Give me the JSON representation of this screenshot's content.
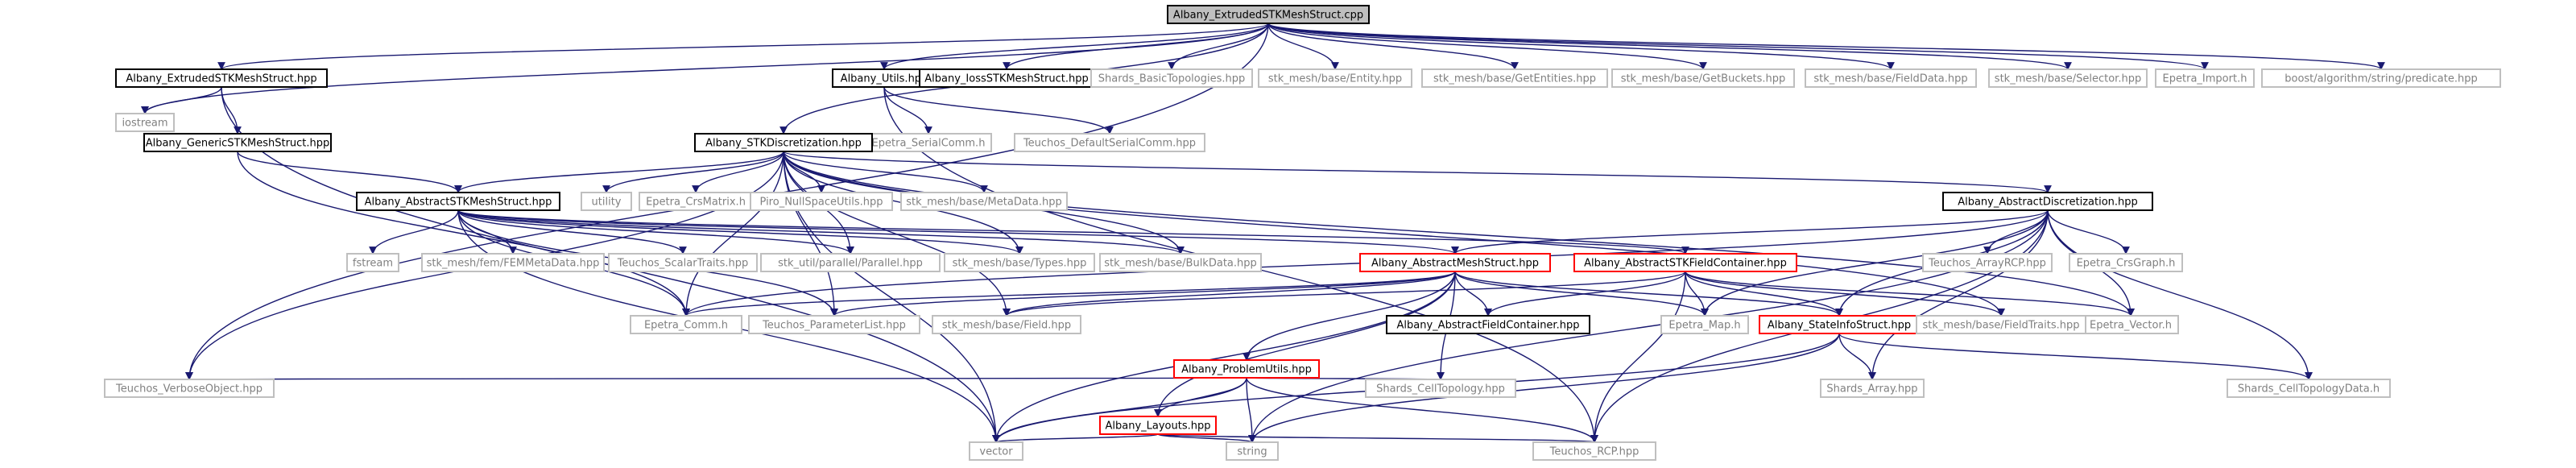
{
  "colors": {
    "background": "#ffffff",
    "edge": "#191970",
    "node_root_fill": "#bfbfbf",
    "node_black_border": "#000000",
    "node_red_border": "#ff0000",
    "node_grey_border": "#bfbfbf",
    "text_black": "#000000",
    "text_grey": "#808080"
  },
  "nodes": [
    {
      "id": "root",
      "label": "Albany_ExtrudedSTKMeshStruct.cpp",
      "kind": "root"
    },
    {
      "id": "ext_hpp",
      "label": "Albany_ExtrudedSTKMeshStruct.hpp",
      "kind": "black"
    },
    {
      "id": "utils",
      "label": "Albany_Utils.hpp",
      "kind": "black"
    },
    {
      "id": "ioss",
      "label": "Albany_IossSTKMeshStruct.hpp",
      "kind": "black"
    },
    {
      "id": "shards_basic",
      "label": "Shards_BasicTopologies.hpp",
      "kind": "grey"
    },
    {
      "id": "stk_entity",
      "label": "stk_mesh/base/Entity.hpp",
      "kind": "grey"
    },
    {
      "id": "stk_getentities",
      "label": "stk_mesh/base/GetEntities.hpp",
      "kind": "grey"
    },
    {
      "id": "stk_getbuckets",
      "label": "stk_mesh/base/GetBuckets.hpp",
      "kind": "grey"
    },
    {
      "id": "stk_fielddata",
      "label": "stk_mesh/base/FieldData.hpp",
      "kind": "grey"
    },
    {
      "id": "stk_selector",
      "label": "stk_mesh/base/Selector.hpp",
      "kind": "grey"
    },
    {
      "id": "epetra_import",
      "label": "Epetra_Import.h",
      "kind": "grey"
    },
    {
      "id": "boost_pred",
      "label": "boost/algorithm/string/predicate.hpp",
      "kind": "grey"
    },
    {
      "id": "iostream",
      "label": "iostream",
      "kind": "grey"
    },
    {
      "id": "generic",
      "label": "Albany_GenericSTKMeshStruct.hpp",
      "kind": "black"
    },
    {
      "id": "epetra_serialcomm",
      "label": "Epetra_SerialComm.h",
      "kind": "grey"
    },
    {
      "id": "teuchos_defserial",
      "label": "Teuchos_DefaultSerialComm.hpp",
      "kind": "grey"
    },
    {
      "id": "stkdisc",
      "label": "Albany_STKDiscretization.hpp",
      "kind": "black"
    },
    {
      "id": "abs_stk_mesh",
      "label": "Albany_AbstractSTKMeshStruct.hpp",
      "kind": "black"
    },
    {
      "id": "utility",
      "label": "utility",
      "kind": "grey"
    },
    {
      "id": "epetra_crsmatrix",
      "label": "Epetra_CrsMatrix.h",
      "kind": "grey"
    },
    {
      "id": "piro_null",
      "label": "Piro_NullSpaceUtils.hpp",
      "kind": "grey"
    },
    {
      "id": "stk_metadata",
      "label": "stk_mesh/base/MetaData.hpp",
      "kind": "grey"
    },
    {
      "id": "abs_disc",
      "label": "Albany_AbstractDiscretization.hpp",
      "kind": "black"
    },
    {
      "id": "fstream",
      "label": "fstream",
      "kind": "grey"
    },
    {
      "id": "stk_fem",
      "label": "stk_mesh/fem/FEMMetaData.hpp",
      "kind": "grey"
    },
    {
      "id": "teuchos_scalar",
      "label": "Teuchos_ScalarTraits.hpp",
      "kind": "grey"
    },
    {
      "id": "stk_parallel",
      "label": "stk_util/parallel/Parallel.hpp",
      "kind": "grey"
    },
    {
      "id": "stk_types",
      "label": "stk_mesh/base/Types.hpp",
      "kind": "grey"
    },
    {
      "id": "stk_bulkdata",
      "label": "stk_mesh/base/BulkData.hpp",
      "kind": "grey"
    },
    {
      "id": "abs_mesh",
      "label": "Albany_AbstractMeshStruct.hpp",
      "kind": "red"
    },
    {
      "id": "abs_stk_field",
      "label": "Albany_AbstractSTKFieldContainer.hpp",
      "kind": "red"
    },
    {
      "id": "teuchos_arrayrcp",
      "label": "Teuchos_ArrayRCP.hpp",
      "kind": "grey"
    },
    {
      "id": "epetra_crsgraph",
      "label": "Epetra_CrsGraph.h",
      "kind": "grey"
    },
    {
      "id": "epetra_vector",
      "label": "Epetra_Vector.h",
      "kind": "grey"
    },
    {
      "id": "epetra_comm",
      "label": "Epetra_Comm.h",
      "kind": "grey"
    },
    {
      "id": "teuchos_paramlist",
      "label": "Teuchos_ParameterList.hpp",
      "kind": "grey"
    },
    {
      "id": "stk_field",
      "label": "stk_mesh/base/Field.hpp",
      "kind": "grey"
    },
    {
      "id": "abs_field_container",
      "label": "Albany_AbstractFieldContainer.hpp",
      "kind": "black"
    },
    {
      "id": "epetra_map",
      "label": "Epetra_Map.h",
      "kind": "grey"
    },
    {
      "id": "state_info",
      "label": "Albany_StateInfoStruct.hpp",
      "kind": "red"
    },
    {
      "id": "stk_fieldtraits",
      "label": "stk_mesh/base/FieldTraits.hpp",
      "kind": "grey"
    },
    {
      "id": "teuchos_verbose",
      "label": "Teuchos_VerboseObject.hpp",
      "kind": "grey"
    },
    {
      "id": "problem_utils",
      "label": "Albany_ProblemUtils.hpp",
      "kind": "red"
    },
    {
      "id": "shards_celltopo",
      "label": "Shards_CellTopology.hpp",
      "kind": "grey"
    },
    {
      "id": "layouts",
      "label": "Albany_Layouts.hpp",
      "kind": "red"
    },
    {
      "id": "shards_array",
      "label": "Shards_Array.hpp",
      "kind": "grey"
    },
    {
      "id": "shards_celltopodata",
      "label": "Shards_CellTopologyData.h",
      "kind": "grey"
    },
    {
      "id": "vector",
      "label": "vector",
      "kind": "grey"
    },
    {
      "id": "string",
      "label": "string",
      "kind": "grey"
    },
    {
      "id": "teuchos_rcp",
      "label": "Teuchos_RCP.hpp",
      "kind": "grey"
    }
  ],
  "edges": [
    [
      "root",
      "ext_hpp"
    ],
    [
      "root",
      "utils"
    ],
    [
      "root",
      "ioss"
    ],
    [
      "root",
      "shards_basic"
    ],
    [
      "root",
      "stk_entity"
    ],
    [
      "root",
      "stk_getentities"
    ],
    [
      "root",
      "stk_getbuckets"
    ],
    [
      "root",
      "stk_fielddata"
    ],
    [
      "root",
      "stk_selector"
    ],
    [
      "root",
      "epetra_import"
    ],
    [
      "root",
      "boost_pred"
    ],
    [
      "root",
      "iostream"
    ],
    [
      "root",
      "teuchos_verbose"
    ],
    [
      "root",
      "stkdisc"
    ],
    [
      "ext_hpp",
      "iostream"
    ],
    [
      "ext_hpp",
      "generic"
    ],
    [
      "ext_hpp",
      "vector"
    ],
    [
      "utils",
      "epetra_serialcomm"
    ],
    [
      "utils",
      "teuchos_defserial"
    ],
    [
      "utils",
      "teuchos_rcp"
    ],
    [
      "generic",
      "abs_stk_mesh"
    ],
    [
      "generic",
      "epetra_comm"
    ],
    [
      "stkdisc",
      "abs_stk_mesh"
    ],
    [
      "stkdisc",
      "utility"
    ],
    [
      "stkdisc",
      "epetra_crsmatrix"
    ],
    [
      "stkdisc",
      "piro_null"
    ],
    [
      "stkdisc",
      "stk_metadata"
    ],
    [
      "stkdisc",
      "abs_disc"
    ],
    [
      "stkdisc",
      "stk_parallel"
    ],
    [
      "stkdisc",
      "stk_types"
    ],
    [
      "stkdisc",
      "stk_bulkdata"
    ],
    [
      "stkdisc",
      "teuchos_verbose"
    ],
    [
      "stkdisc",
      "vector"
    ],
    [
      "stkdisc",
      "stk_fieldtraits"
    ],
    [
      "stkdisc",
      "epetra_vector"
    ],
    [
      "stkdisc",
      "epetra_comm"
    ],
    [
      "stkdisc",
      "stk_field"
    ],
    [
      "stkdisc",
      "teuchos_paramlist"
    ],
    [
      "abs_stk_mesh",
      "fstream"
    ],
    [
      "abs_stk_mesh",
      "stk_fem"
    ],
    [
      "abs_stk_mesh",
      "teuchos_scalar"
    ],
    [
      "abs_stk_mesh",
      "stk_parallel"
    ],
    [
      "abs_stk_mesh",
      "stk_types"
    ],
    [
      "abs_stk_mesh",
      "stk_bulkdata"
    ],
    [
      "abs_stk_mesh",
      "abs_mesh"
    ],
    [
      "abs_stk_mesh",
      "abs_stk_field"
    ],
    [
      "abs_stk_mesh",
      "vector"
    ],
    [
      "abs_stk_mesh",
      "epetra_comm"
    ],
    [
      "abs_stk_mesh",
      "teuchos_paramlist"
    ],
    [
      "abs_disc",
      "abs_mesh"
    ],
    [
      "abs_disc",
      "teuchos_arrayrcp"
    ],
    [
      "abs_disc",
      "epetra_crsgraph"
    ],
    [
      "abs_disc",
      "epetra_vector"
    ],
    [
      "abs_disc",
      "epetra_map"
    ],
    [
      "abs_disc",
      "shards_array"
    ],
    [
      "abs_disc",
      "shards_celltopodata"
    ],
    [
      "abs_disc",
      "teuchos_rcp"
    ],
    [
      "abs_disc",
      "epetra_comm"
    ],
    [
      "abs_disc",
      "state_info"
    ],
    [
      "abs_disc",
      "string"
    ],
    [
      "abs_mesh",
      "epetra_comm"
    ],
    [
      "abs_mesh",
      "teuchos_paramlist"
    ],
    [
      "abs_mesh",
      "stk_field"
    ],
    [
      "abs_mesh",
      "abs_field_container"
    ],
    [
      "abs_mesh",
      "epetra_map"
    ],
    [
      "abs_mesh",
      "state_info"
    ],
    [
      "abs_mesh",
      "problem_utils"
    ],
    [
      "abs_mesh",
      "shards_celltopo"
    ],
    [
      "abs_mesh",
      "layouts"
    ],
    [
      "abs_mesh",
      "vector"
    ],
    [
      "abs_stk_field",
      "abs_field_container"
    ],
    [
      "abs_stk_field",
      "epetra_map"
    ],
    [
      "abs_stk_field",
      "state_info"
    ],
    [
      "abs_stk_field",
      "stk_fieldtraits"
    ],
    [
      "abs_stk_field",
      "epetra_vector"
    ],
    [
      "abs_stk_field",
      "teuchos_rcp"
    ],
    [
      "abs_stk_field",
      "stk_field"
    ],
    [
      "state_info",
      "vector"
    ],
    [
      "state_info",
      "string"
    ],
    [
      "state_info",
      "shards_array"
    ],
    [
      "state_info",
      "shards_celltopodata"
    ],
    [
      "problem_utils",
      "teuchos_verbose"
    ],
    [
      "problem_utils",
      "layouts"
    ],
    [
      "problem_utils",
      "shards_celltopo"
    ],
    [
      "problem_utils",
      "vector"
    ],
    [
      "problem_utils",
      "string"
    ],
    [
      "problem_utils",
      "teuchos_rcp"
    ],
    [
      "layouts",
      "vector"
    ],
    [
      "layouts",
      "string"
    ],
    [
      "layouts",
      "teuchos_rcp"
    ]
  ]
}
